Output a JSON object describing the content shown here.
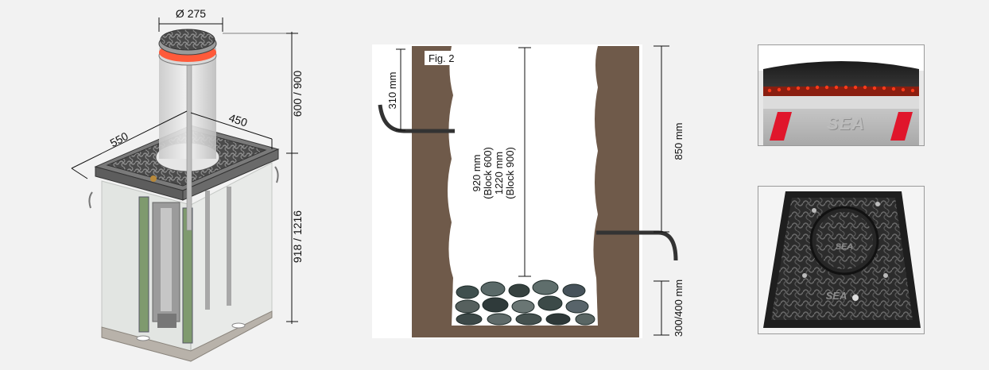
{
  "bollard_3d": {
    "diameter": "Ø 275",
    "width": "550",
    "depth": "450",
    "height_above": "600 / 900",
    "height_below": "918 / 1216"
  },
  "installation": {
    "fig_label": "Fig. 2",
    "pipe_depth": "310 mm",
    "total_depth_block600_a": "920 mm",
    "total_depth_block600_b": "(Block 600)",
    "total_depth_block900_a": "1220 mm",
    "total_depth_block900_b": "(Block 900)",
    "side_depth": "850 mm",
    "gravel_depth": "300/400 mm"
  },
  "photos": {
    "top_brand": "SEA",
    "cover_brand_upper": "SEA",
    "cover_brand_lower": "SEA"
  },
  "colors": {
    "soil": "#6f5a4a",
    "led": "#ff3a1a",
    "stripe": "#e0162b"
  }
}
